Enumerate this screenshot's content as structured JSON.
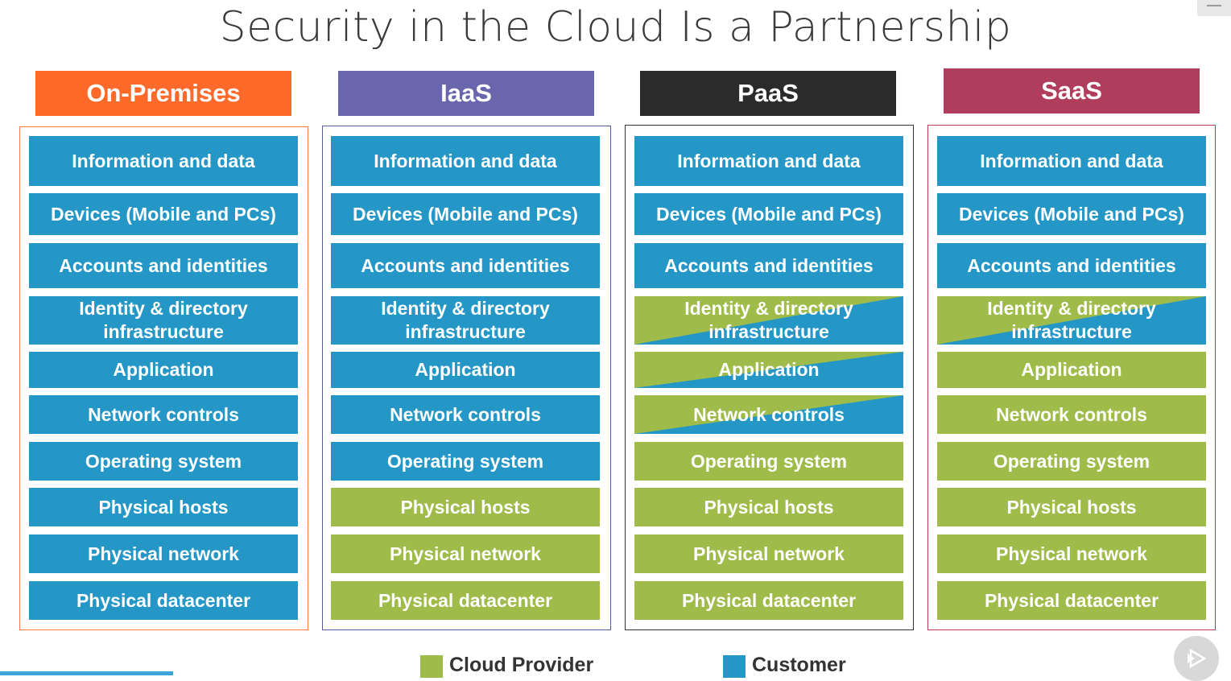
{
  "title": "Security in the Cloud Is a Partnership",
  "colors": {
    "customer": "#2497c6",
    "provider": "#9fbb4a"
  },
  "columns": [
    {
      "header": "On-Premises",
      "header_color": "#ff6a2b",
      "frame_color": "#ff7a4a",
      "cells": [
        {
          "label": "Information and data",
          "owner": "customer"
        },
        {
          "label": "Devices (Mobile and PCs)",
          "owner": "customer"
        },
        {
          "label": "Accounts and identities",
          "owner": "customer"
        },
        {
          "label": "Identity & directory\ninfrastructure",
          "owner": "customer"
        },
        {
          "label": "Application",
          "owner": "customer"
        },
        {
          "label": "Network controls",
          "owner": "customer"
        },
        {
          "label": "Operating system",
          "owner": "customer"
        },
        {
          "label": "Physical hosts",
          "owner": "customer"
        },
        {
          "label": "Physical network",
          "owner": "customer"
        },
        {
          "label": "Physical datacenter",
          "owner": "customer"
        }
      ]
    },
    {
      "header": "IaaS",
      "header_color": "#6a66ad",
      "frame_color": "#5a5ea0",
      "cells": [
        {
          "label": "Information and data",
          "owner": "customer"
        },
        {
          "label": "Devices (Mobile and PCs)",
          "owner": "customer"
        },
        {
          "label": "Accounts and identities",
          "owner": "customer"
        },
        {
          "label": "Identity & directory\ninfrastructure",
          "owner": "customer"
        },
        {
          "label": "Application",
          "owner": "customer"
        },
        {
          "label": "Network controls",
          "owner": "customer"
        },
        {
          "label": "Operating system",
          "owner": "customer"
        },
        {
          "label": "Physical hosts",
          "owner": "provider"
        },
        {
          "label": "Physical network",
          "owner": "provider"
        },
        {
          "label": "Physical datacenter",
          "owner": "provider"
        }
      ]
    },
    {
      "header": "PaaS",
      "header_color": "#2b2b2b",
      "frame_color": "#333333",
      "cells": [
        {
          "label": "Information and data",
          "owner": "customer"
        },
        {
          "label": "Devices (Mobile and PCs)",
          "owner": "customer"
        },
        {
          "label": "Accounts and identities",
          "owner": "customer"
        },
        {
          "label": "Identity & directory\ninfrastructure",
          "owner": "shared"
        },
        {
          "label": "Application",
          "owner": "shared"
        },
        {
          "label": "Network controls",
          "owner": "shared"
        },
        {
          "label": "Operating system",
          "owner": "provider"
        },
        {
          "label": "Physical hosts",
          "owner": "provider"
        },
        {
          "label": "Physical network",
          "owner": "provider"
        },
        {
          "label": "Physical datacenter",
          "owner": "provider"
        }
      ]
    },
    {
      "header": "SaaS",
      "header_color": "#b13d5c",
      "frame_color": "#c03a5a",
      "cells": [
        {
          "label": "Information and data",
          "owner": "customer"
        },
        {
          "label": "Devices (Mobile and PCs)",
          "owner": "customer"
        },
        {
          "label": "Accounts and identities",
          "owner": "customer"
        },
        {
          "label": "Identity & directory\ninfrastructure",
          "owner": "shared"
        },
        {
          "label": "Application",
          "owner": "provider"
        },
        {
          "label": "Network controls",
          "owner": "provider"
        },
        {
          "label": "Operating system",
          "owner": "provider"
        },
        {
          "label": "Physical hosts",
          "owner": "provider"
        },
        {
          "label": "Physical network",
          "owner": "provider"
        },
        {
          "label": "Physical datacenter",
          "owner": "provider"
        }
      ]
    }
  ],
  "legend": {
    "provider_label": "Cloud Provider",
    "customer_label": "Customer"
  }
}
